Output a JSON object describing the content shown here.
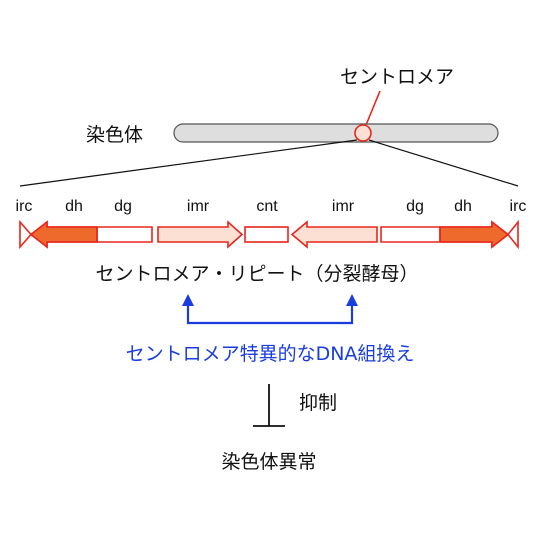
{
  "labels": {
    "centromere": "セントロメア",
    "chromosome": "染色体",
    "repeat_caption": "セントロメア・リピート（分裂酵母）",
    "recombination": "セントロメア特異的なDNA組換え",
    "suppression": "抑制",
    "aberration": "染色体異常"
  },
  "segments": [
    {
      "label": "irc"
    },
    {
      "label": "dh"
    },
    {
      "label": "dg"
    },
    {
      "label": "imr"
    },
    {
      "label": "cnt"
    },
    {
      "label": "imr"
    },
    {
      "label": "dg"
    },
    {
      "label": "dh"
    },
    {
      "label": "irc"
    }
  ],
  "colors": {
    "dh_fill": "#ee6a2c",
    "dg_fill": "#ffffff",
    "imr_fill": "#fde0d4",
    "cnt_fill": "#ffffff",
    "outline": "#e8261c",
    "chromosome_fill": "#dedede",
    "centromere_fill": "#fde0d4",
    "blue": "#1a3de0"
  }
}
